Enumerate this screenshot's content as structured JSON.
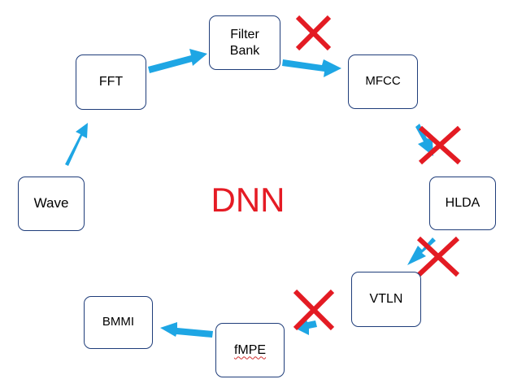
{
  "center": {
    "text": "DNN"
  },
  "nodes": {
    "wave": {
      "label": "Wave"
    },
    "fft": {
      "label": "FFT"
    },
    "filter": {
      "label": "Filter\nBank"
    },
    "mfcc": {
      "label": "MFCC"
    },
    "hlda": {
      "label": "HLDA"
    },
    "vtln": {
      "label": "VTLN"
    },
    "fmpe": {
      "label": "fMPE"
    },
    "bmmi": {
      "label": "BMMI"
    }
  },
  "colors": {
    "arrow": "#1ea6e4",
    "cross": "#e31b23",
    "center_text": "#e51b24",
    "box_border": "#1f3d7a"
  },
  "icons": {
    "arrow": "arrow-icon",
    "cross": "cross-out-icon"
  }
}
